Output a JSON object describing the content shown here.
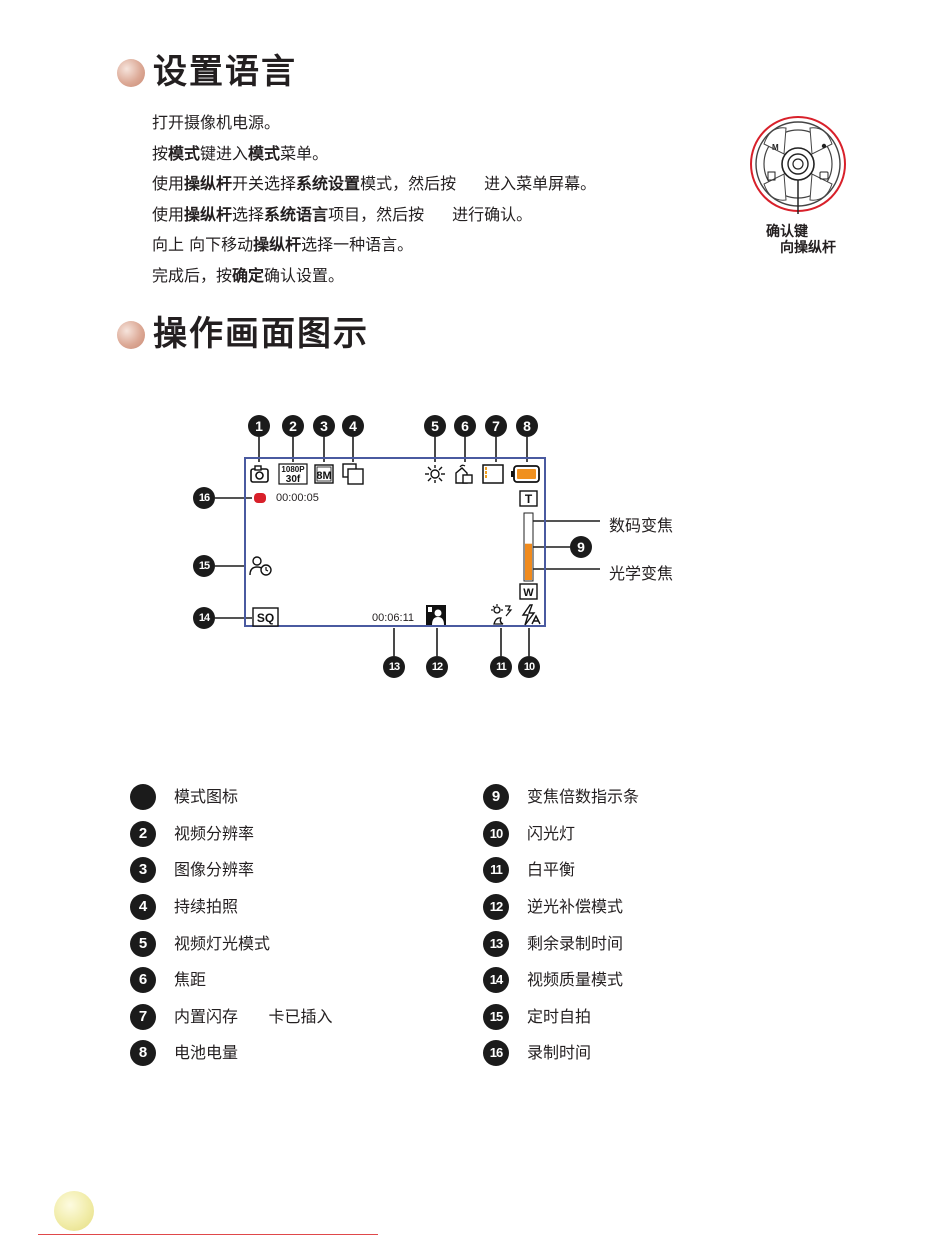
{
  "section1": {
    "title": "设置语言",
    "steps": [
      [
        {
          "t": "打开摄像机电源。"
        }
      ],
      [
        {
          "t": "按"
        },
        {
          "t": "模式",
          "b": true
        },
        {
          "t": "键进入"
        },
        {
          "t": "模式",
          "b": true
        },
        {
          "t": "菜单。"
        }
      ],
      [
        {
          "t": "使用"
        },
        {
          "t": "操纵杆",
          "b": true
        },
        {
          "t": "开关选择"
        },
        {
          "t": "系统设置",
          "b": true
        },
        {
          "t": "模式，然后按"
        },
        {
          "gap": 28
        },
        {
          "t": "进入菜单屏幕。"
        }
      ],
      [
        {
          "t": "使用"
        },
        {
          "t": "操纵杆",
          "b": true
        },
        {
          "t": "选择"
        },
        {
          "t": "系统语言",
          "b": true
        },
        {
          "t": "项目，然后按"
        },
        {
          "gap": 28
        },
        {
          "t": "进行确认。"
        }
      ],
      [
        {
          "t": "向上 向下移动"
        },
        {
          "t": "操纵杆",
          "b": true
        },
        {
          "t": "选择一种语言。"
        }
      ],
      [
        {
          "t": "完成后，按"
        },
        {
          "t": "确定",
          "b": true
        },
        {
          "t": "确认设置。"
        }
      ]
    ],
    "joystick": {
      "label_confirm": "确认键",
      "label_stick": "向操纵杆",
      "btn_mode": "M"
    }
  },
  "section2": {
    "title": "操作画面图示",
    "screen": {
      "record_time": "00:00:05",
      "remaining_time": "00:06:11",
      "quality": "SQ",
      "video_res_top": "1080P",
      "video_res_bottom": "30f",
      "image_res": "8M",
      "zoom_top": "T",
      "zoom_bottom": "W",
      "digital_zoom_label": "数码变焦",
      "optical_zoom_label": "光学变焦",
      "zoom_fill_percent": 55
    },
    "callouts": {
      "n1": "1",
      "n2": "2",
      "n3": "3",
      "n4": "4",
      "n5": "5",
      "n6": "6",
      "n7": "7",
      "n8": "8",
      "n9": "9",
      "n10": "10",
      "n11": "11",
      "n12": "12",
      "n13": "13",
      "n14": "14",
      "n15": "15",
      "n16": "16"
    }
  },
  "legend": {
    "left": [
      {
        "num": "",
        "text": "模式图标"
      },
      {
        "num": "2",
        "text": "视频分辨率"
      },
      {
        "num": "3",
        "text": "图像分辨率"
      },
      {
        "num": "4",
        "text": "持续拍照"
      },
      {
        "num": "5",
        "text": "视频灯光模式"
      },
      {
        "num": "6",
        "text": "焦距"
      },
      {
        "num": "7",
        "text": "内置闪存      卡已插入"
      },
      {
        "num": "8",
        "text": "电池电量"
      }
    ],
    "right": [
      {
        "num": "9",
        "text": "变焦倍数指示条"
      },
      {
        "num": "10",
        "text": "闪光灯"
      },
      {
        "num": "11",
        "text": "白平衡"
      },
      {
        "num": "12",
        "text": "逆光补偿模式"
      },
      {
        "num": "13",
        "text": "剩余录制时间"
      },
      {
        "num": "14",
        "text": "视频质量模式"
      },
      {
        "num": "15",
        "text": "定时自拍"
      },
      {
        "num": "16",
        "text": "录制时间"
      }
    ]
  },
  "colors": {
    "accent_red": "#e0484a",
    "screen_border": "#4a5aa0",
    "battery_orange": "#f0901e",
    "zoom_orange": "#f08a1c",
    "record_red": "#d8202a"
  }
}
